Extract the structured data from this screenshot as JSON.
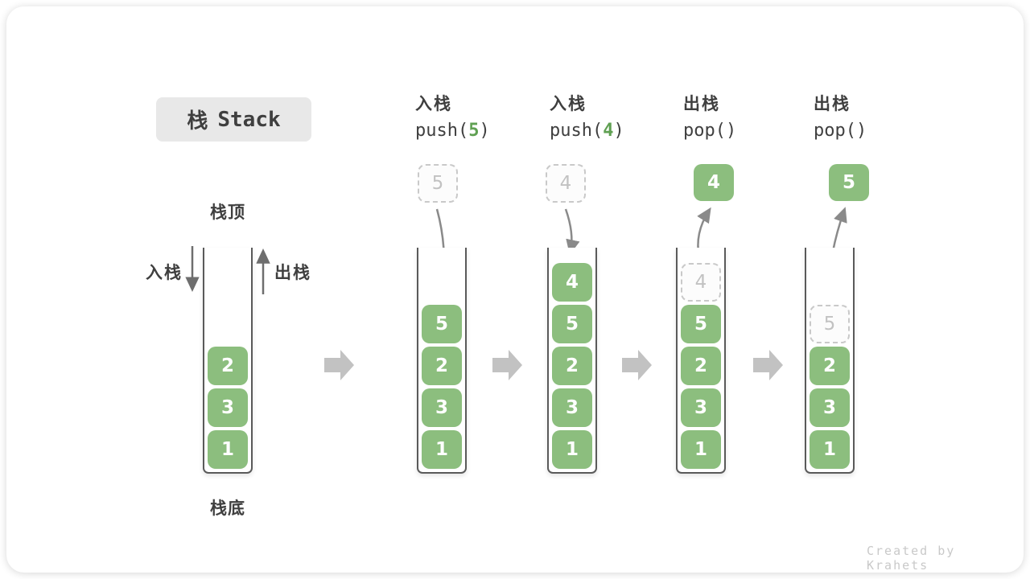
{
  "title": {
    "zh": "栈",
    "en": "Stack"
  },
  "side_labels": {
    "stack_top": "栈顶",
    "stack_bottom": "栈底",
    "push": "入栈",
    "pop": "出栈"
  },
  "operations": [
    {
      "name": "入栈",
      "code_pre": "push(",
      "arg": "5",
      "code_post": ")"
    },
    {
      "name": "入栈",
      "code_pre": "push(",
      "arg": "4",
      "code_post": ")"
    },
    {
      "name": "出栈",
      "code_pre": "pop(",
      "arg": "",
      "code_post": ")"
    },
    {
      "name": "出栈",
      "code_pre": "pop(",
      "arg": "",
      "code_post": ")"
    }
  ],
  "stacks": {
    "s1": {
      "items": [
        "2",
        "3",
        "1"
      ]
    },
    "s2": {
      "floating": "5",
      "items": [
        "5",
        "2",
        "3",
        "1"
      ]
    },
    "s3": {
      "floating": "4",
      "items": [
        "4",
        "5",
        "2",
        "3",
        "1"
      ]
    },
    "s4": {
      "popped": "4",
      "ghost": "4",
      "items": [
        "5",
        "2",
        "3",
        "1"
      ]
    },
    "s5": {
      "popped": "5",
      "ghost": "5",
      "items": [
        "2",
        "3",
        "1"
      ]
    }
  },
  "watermark": "Created by Krahets",
  "colors": {
    "accent_green": "#8CBE7E",
    "code_green": "#5FA052",
    "text_dark": "#3F3F3F",
    "arrow_gray": "#8A8A8A",
    "side_arrow_gray": "#6E6E6E",
    "block_arrow_gray": "#C2C2C2",
    "ghost_border": "#C9C9C9",
    "ghost_text": "#C2C2C2",
    "badge_bg": "#E8E8E8",
    "well_border": "#5A5A5A",
    "watermark_gray": "#C9C9C9"
  }
}
